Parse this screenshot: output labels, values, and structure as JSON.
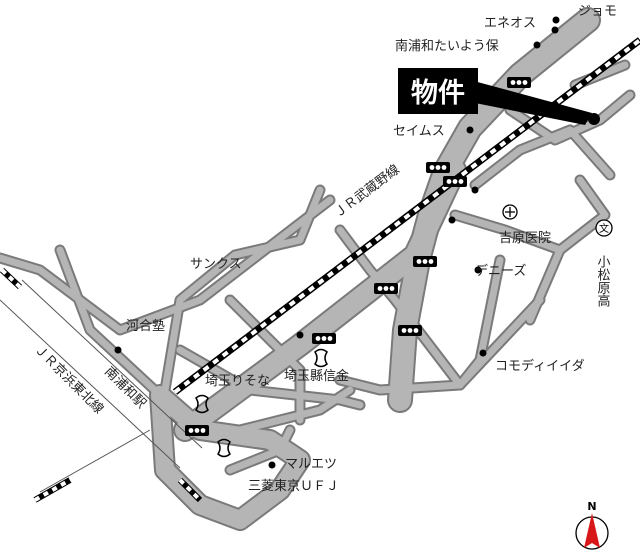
{
  "property": {
    "label": "物件"
  },
  "railways": [
    {
      "name": "ＪＲ武蔵野線"
    },
    {
      "name": "ＪＲ京浜東北線"
    }
  ],
  "stations": [
    {
      "name": "南浦和駅"
    }
  ],
  "places": [
    {
      "id": "jomo",
      "label": "ジョモ"
    },
    {
      "id": "eneos",
      "label": "エネオス"
    },
    {
      "id": "nursery",
      "label": "南浦和たいよう保"
    },
    {
      "id": "seimusu",
      "label": "セイムス"
    },
    {
      "id": "hospital",
      "label": "吉原医院"
    },
    {
      "id": "dennys",
      "label": "デニーズ"
    },
    {
      "id": "school",
      "label": "小松原高"
    },
    {
      "id": "sunkus",
      "label": "サンクス"
    },
    {
      "id": "kawai",
      "label": "河合塾"
    },
    {
      "id": "comodi",
      "label": "コモディイイダ"
    },
    {
      "id": "resona",
      "label": "埼玉りそな"
    },
    {
      "id": "shinkin",
      "label": "埼玉縣信金"
    },
    {
      "id": "maruetsu",
      "label": "マルエツ"
    },
    {
      "id": "mufj",
      "label": "三菱東京ＵＦＪ"
    }
  ],
  "compass": {
    "label": "N"
  },
  "colors": {
    "road": "#b5b5b5",
    "road_outline": "#7a7a7a",
    "rail": "#000000",
    "marker": "#000000",
    "compass_red": "#d81818"
  }
}
